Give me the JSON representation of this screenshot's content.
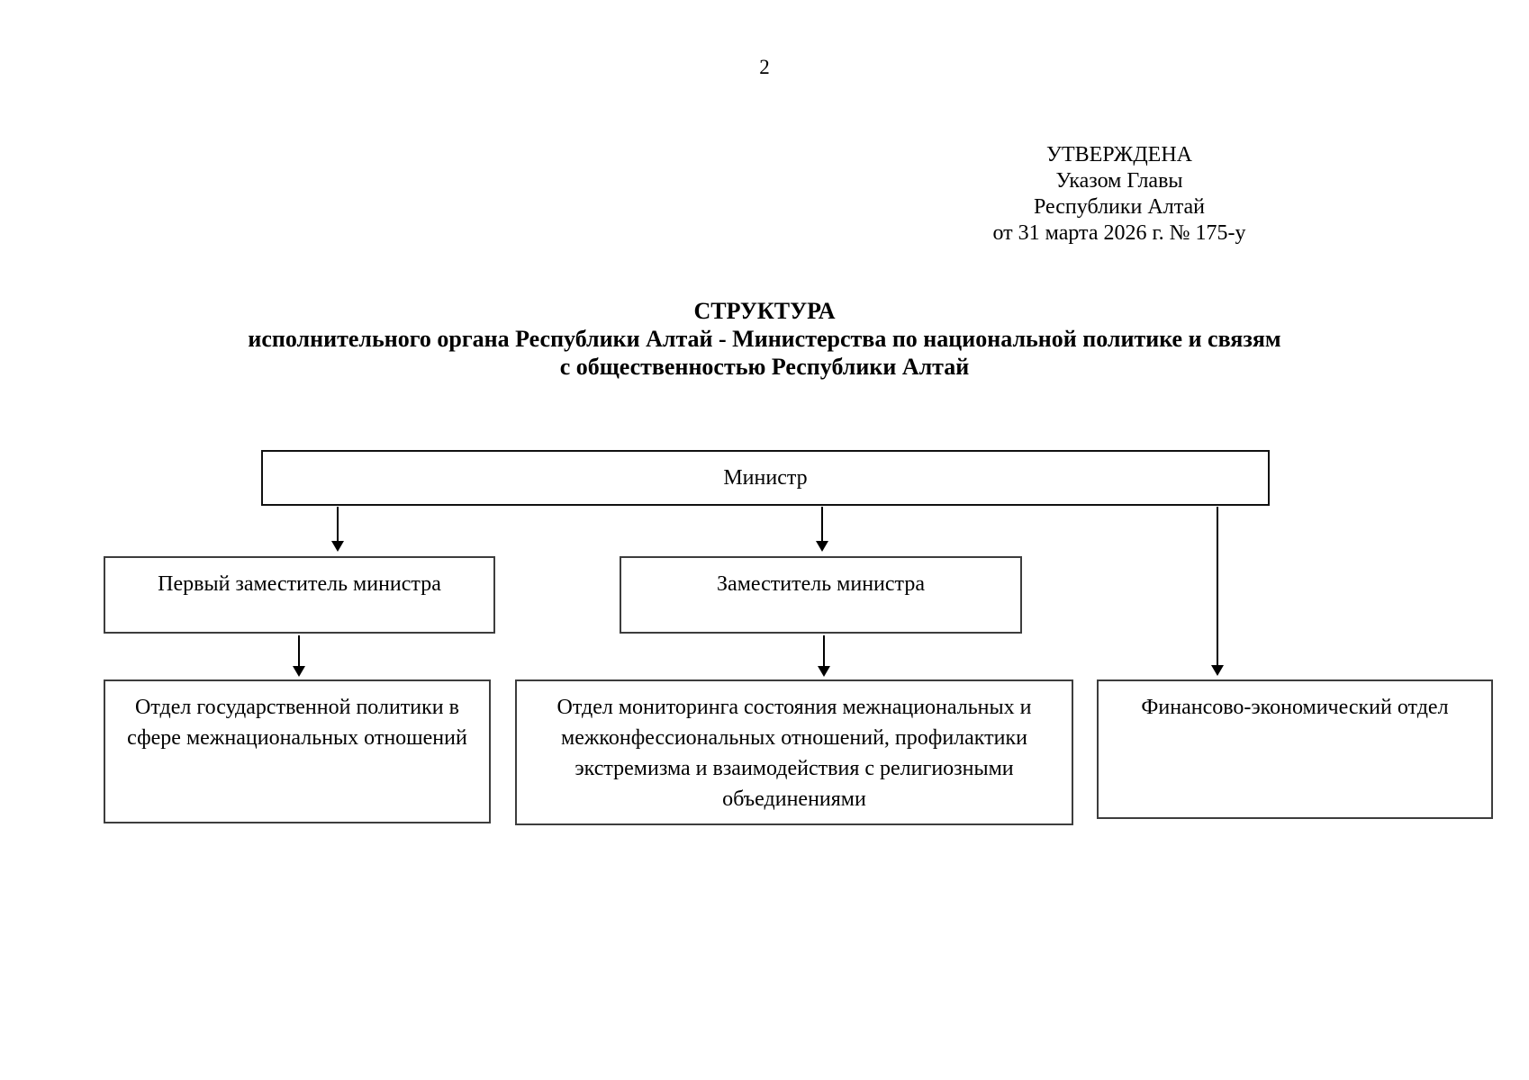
{
  "page": {
    "number": "2"
  },
  "approval_block": {
    "lines": [
      "УТВЕРЖДЕНА",
      "Указом Главы",
      "Республики Алтай",
      "от 31 марта 2026 г. № 175-у"
    ]
  },
  "title": {
    "line1": "СТРУКТУРА",
    "line2": "исполнительного органа Республики Алтай - Министерства по национальной политике и связям",
    "line3": "с общественностью Республики Алтай"
  },
  "org_chart": {
    "minister": {
      "label": "Министр"
    },
    "first_deputy": {
      "label": "Первый заместитель министра"
    },
    "deputy": {
      "label": "Заместитель министра"
    },
    "dept_state_policy": {
      "label": "Отдел государственной политики в сфере межнациональных отношений"
    },
    "dept_monitoring": {
      "label": "Отдел мониторинга состояния межнациональных и межконфессиональных отношений, профилактики экстремизма и взаимодействия с религиозными объединениями"
    },
    "dept_finance": {
      "label": "Финансово-экономический отдел"
    }
  },
  "colors": {
    "page_background": "#ffffff",
    "text": "#000000",
    "box_border": "#3d3d3d",
    "arrow": "#000000"
  }
}
